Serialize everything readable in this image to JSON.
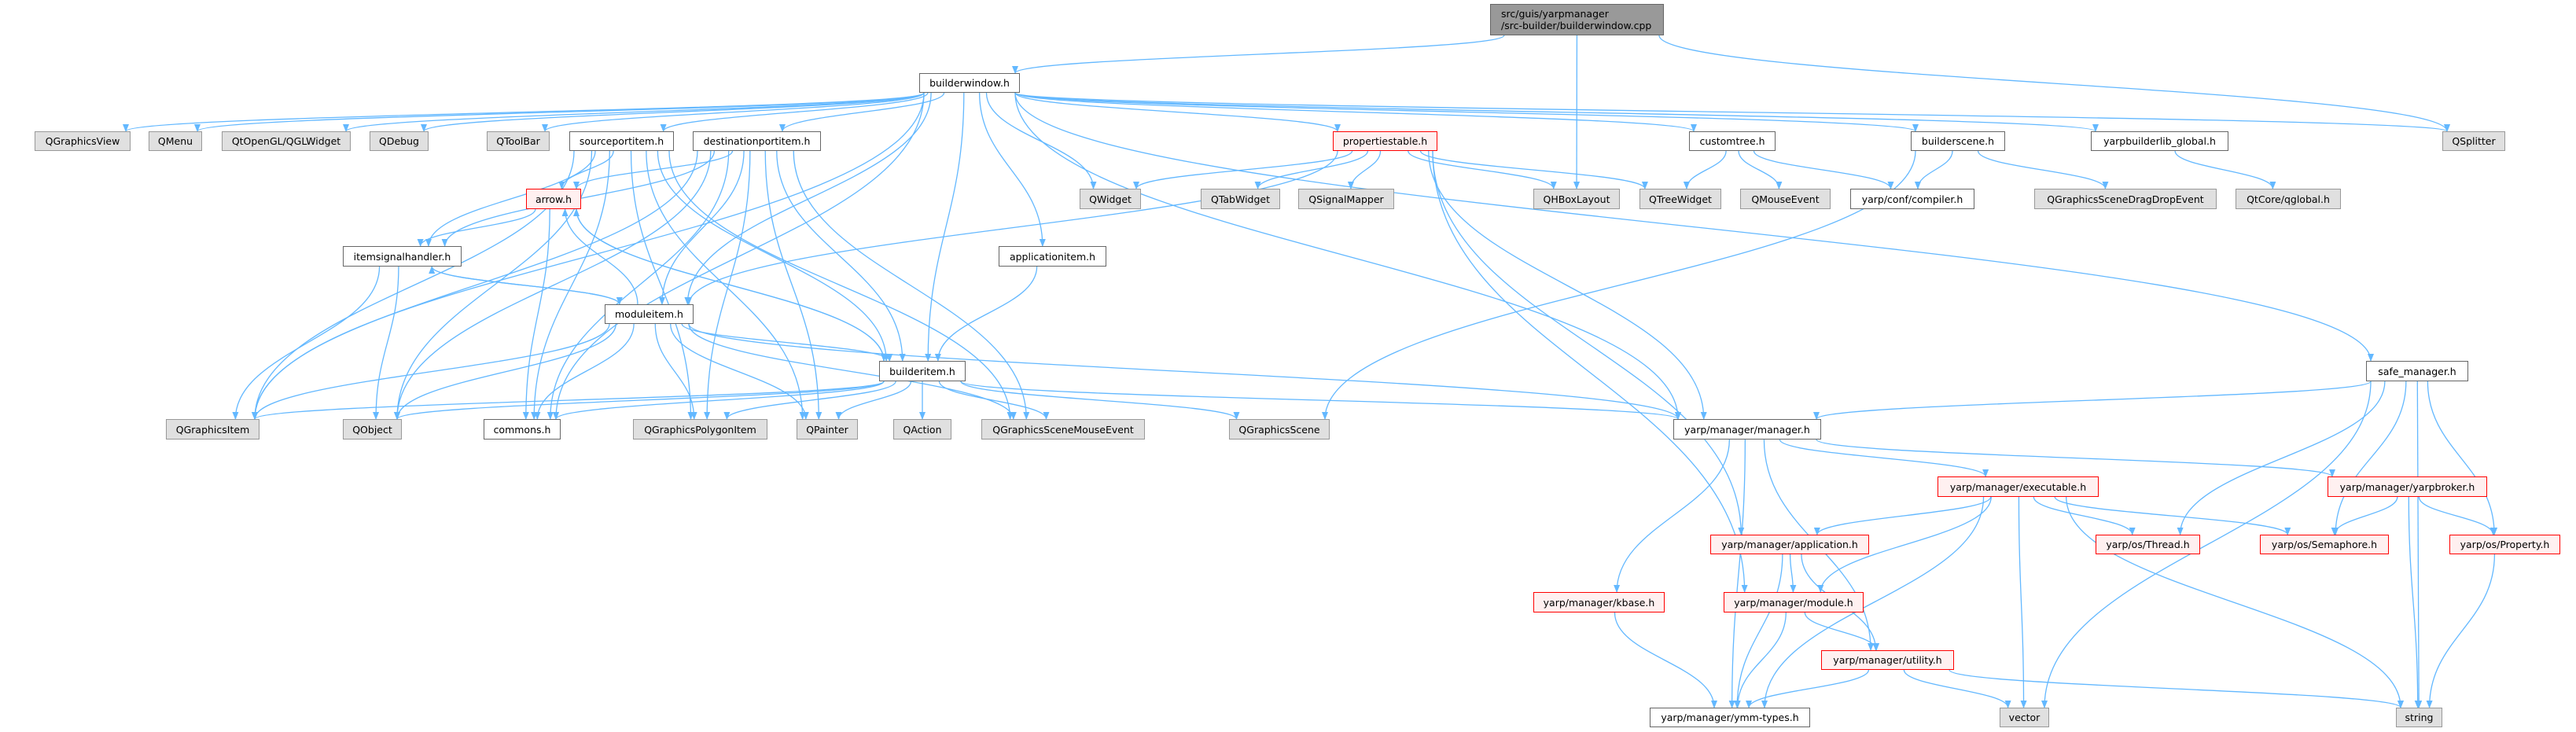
{
  "colors": {
    "edge": "#63b8ff",
    "main_fill": "#999999",
    "external_fill": "#e0e0e0",
    "truncated_fill": "#fff0f0",
    "truncated_border": "#ff0000"
  },
  "nodes": [
    {
      "id": "cpp",
      "label": "src/guis/yarpmanager\n/src-builder/builderwindow.cpp",
      "style": "main"
    },
    {
      "id": "builderwindow",
      "label": "builderwindow.h",
      "style": "white"
    },
    {
      "id": "QGraphicsView",
      "label": "QGraphicsView",
      "style": "gray"
    },
    {
      "id": "QMenu",
      "label": "QMenu",
      "style": "gray"
    },
    {
      "id": "QGLWidget",
      "label": "QtOpenGL/QGLWidget",
      "style": "gray"
    },
    {
      "id": "QDebug",
      "label": "QDebug",
      "style": "gray"
    },
    {
      "id": "QToolBar",
      "label": "QToolBar",
      "style": "gray"
    },
    {
      "id": "sourceportitem",
      "label": "sourceportitem.h",
      "style": "white"
    },
    {
      "id": "destinationportitem",
      "label": "destinationportitem.h",
      "style": "white"
    },
    {
      "id": "propertiestable",
      "label": "propertiestable.h",
      "style": "red"
    },
    {
      "id": "customtree",
      "label": "customtree.h",
      "style": "white"
    },
    {
      "id": "builderscene",
      "label": "builderscene.h",
      "style": "white"
    },
    {
      "id": "yarpbuilderlib_global",
      "label": "yarpbuilderlib_global.h",
      "style": "white"
    },
    {
      "id": "QSplitter",
      "label": "QSplitter",
      "style": "gray"
    },
    {
      "id": "arrow",
      "label": "arrow.h",
      "style": "red"
    },
    {
      "id": "QWidget",
      "label": "QWidget",
      "style": "gray"
    },
    {
      "id": "QTabWidget",
      "label": "QTabWidget",
      "style": "gray"
    },
    {
      "id": "QSignalMapper",
      "label": "QSignalMapper",
      "style": "gray"
    },
    {
      "id": "QHBoxLayout",
      "label": "QHBoxLayout",
      "style": "gray"
    },
    {
      "id": "QTreeWidget",
      "label": "QTreeWidget",
      "style": "gray"
    },
    {
      "id": "QMouseEvent",
      "label": "QMouseEvent",
      "style": "gray"
    },
    {
      "id": "compiler",
      "label": "yarp/conf/compiler.h",
      "style": "white"
    },
    {
      "id": "QGraphicsSceneDragDropEvent",
      "label": "QGraphicsSceneDragDropEvent",
      "style": "gray"
    },
    {
      "id": "qglobal",
      "label": "QtCore/qglobal.h",
      "style": "gray"
    },
    {
      "id": "itemsignalhandler",
      "label": "itemsignalhandler.h",
      "style": "white"
    },
    {
      "id": "applicationitem",
      "label": "applicationitem.h",
      "style": "white"
    },
    {
      "id": "moduleitem",
      "label": "moduleitem.h",
      "style": "white"
    },
    {
      "id": "builderitem",
      "label": "builderitem.h",
      "style": "white"
    },
    {
      "id": "safe_manager",
      "label": "safe_manager.h",
      "style": "white"
    },
    {
      "id": "QGraphicsItem",
      "label": "QGraphicsItem",
      "style": "gray"
    },
    {
      "id": "QObject",
      "label": "QObject",
      "style": "gray"
    },
    {
      "id": "commons",
      "label": "commons.h",
      "style": "white"
    },
    {
      "id": "QGraphicsPolygonItem",
      "label": "QGraphicsPolygonItem",
      "style": "gray"
    },
    {
      "id": "QPainter",
      "label": "QPainter",
      "style": "gray"
    },
    {
      "id": "QAction",
      "label": "QAction",
      "style": "gray"
    },
    {
      "id": "QGraphicsSceneMouseEvent",
      "label": "QGraphicsSceneMouseEvent",
      "style": "gray"
    },
    {
      "id": "QGraphicsScene",
      "label": "QGraphicsScene",
      "style": "gray"
    },
    {
      "id": "manager",
      "label": "yarp/manager/manager.h",
      "style": "white"
    },
    {
      "id": "executable",
      "label": "yarp/manager/executable.h",
      "style": "red"
    },
    {
      "id": "yarpbroker",
      "label": "yarp/manager/yarpbroker.h",
      "style": "red"
    },
    {
      "id": "application",
      "label": "yarp/manager/application.h",
      "style": "red"
    },
    {
      "id": "Thread",
      "label": "yarp/os/Thread.h",
      "style": "red"
    },
    {
      "id": "Semaphore",
      "label": "yarp/os/Semaphore.h",
      "style": "red"
    },
    {
      "id": "Property",
      "label": "yarp/os/Property.h",
      "style": "red"
    },
    {
      "id": "kbase",
      "label": "yarp/manager/kbase.h",
      "style": "red"
    },
    {
      "id": "module",
      "label": "yarp/manager/module.h",
      "style": "red"
    },
    {
      "id": "utility",
      "label": "yarp/manager/utility.h",
      "style": "red"
    },
    {
      "id": "ymmtypes",
      "label": "yarp/manager/ymm-types.h",
      "style": "white"
    },
    {
      "id": "vector",
      "label": "vector",
      "style": "gray"
    },
    {
      "id": "string",
      "label": "string",
      "style": "gray"
    }
  ],
  "edges": [
    [
      "cpp",
      "builderwindow"
    ],
    [
      "cpp",
      "QHBoxLayout"
    ],
    [
      "cpp",
      "QSplitter"
    ],
    [
      "builderwindow",
      "QGraphicsView"
    ],
    [
      "builderwindow",
      "QMenu"
    ],
    [
      "builderwindow",
      "QGLWidget"
    ],
    [
      "builderwindow",
      "QDebug"
    ],
    [
      "builderwindow",
      "QToolBar"
    ],
    [
      "builderwindow",
      "sourceportitem"
    ],
    [
      "builderwindow",
      "destinationportitem"
    ],
    [
      "builderwindow",
      "QGraphicsItem"
    ],
    [
      "builderwindow",
      "commons"
    ],
    [
      "builderwindow",
      "moduleitem"
    ],
    [
      "builderwindow",
      "builderitem"
    ],
    [
      "builderwindow",
      "applicationitem"
    ],
    [
      "builderwindow",
      "QWidget"
    ],
    [
      "builderwindow",
      "propertiestable"
    ],
    [
      "builderwindow",
      "customtree"
    ],
    [
      "builderwindow",
      "builderscene"
    ],
    [
      "builderwindow",
      "yarpbuilderlib_global"
    ],
    [
      "builderwindow",
      "QSplitter"
    ],
    [
      "builderwindow",
      "manager"
    ],
    [
      "builderwindow",
      "safe_manager"
    ],
    [
      "sourceportitem",
      "arrow"
    ],
    [
      "sourceportitem",
      "itemsignalhandler"
    ],
    [
      "sourceportitem",
      "QGraphicsItem"
    ],
    [
      "sourceportitem",
      "QObject"
    ],
    [
      "sourceportitem",
      "commons"
    ],
    [
      "sourceportitem",
      "builderitem"
    ],
    [
      "sourceportitem",
      "QGraphicsPolygonItem"
    ],
    [
      "sourceportitem",
      "QPainter"
    ],
    [
      "sourceportitem",
      "QGraphicsSceneMouseEvent"
    ],
    [
      "destinationportitem",
      "arrow"
    ],
    [
      "destinationportitem",
      "itemsignalhandler"
    ],
    [
      "destinationportitem",
      "QGraphicsItem"
    ],
    [
      "destinationportitem",
      "QObject"
    ],
    [
      "destinationportitem",
      "commons"
    ],
    [
      "destinationportitem",
      "builderitem"
    ],
    [
      "destinationportitem",
      "QGraphicsPolygonItem"
    ],
    [
      "destinationportitem",
      "QPainter"
    ],
    [
      "destinationportitem",
      "QGraphicsSceneMouseEvent"
    ],
    [
      "destinationportitem",
      "moduleitem"
    ],
    [
      "arrow",
      "itemsignalhandler"
    ],
    [
      "arrow",
      "commons"
    ],
    [
      "arrow",
      "builderitem"
    ],
    [
      "itemsignalhandler",
      "moduleitem"
    ],
    [
      "itemsignalhandler",
      "QObject"
    ],
    [
      "itemsignalhandler",
      "QGraphicsItem"
    ],
    [
      "moduleitem",
      "itemsignalhandler"
    ],
    [
      "moduleitem",
      "arrow"
    ],
    [
      "moduleitem",
      "builderitem"
    ],
    [
      "moduleitem",
      "QGraphicsItem"
    ],
    [
      "moduleitem",
      "QObject"
    ],
    [
      "moduleitem",
      "commons"
    ],
    [
      "moduleitem",
      "QGraphicsPolygonItem"
    ],
    [
      "moduleitem",
      "QPainter"
    ],
    [
      "moduleitem",
      "QGraphicsSceneMouseEvent"
    ],
    [
      "moduleitem",
      "manager"
    ],
    [
      "propertiestable",
      "QWidget"
    ],
    [
      "propertiestable",
      "QTabWidget"
    ],
    [
      "propertiestable",
      "QSignalMapper"
    ],
    [
      "propertiestable",
      "QHBoxLayout"
    ],
    [
      "propertiestable",
      "QTreeWidget"
    ],
    [
      "propertiestable",
      "moduleitem"
    ],
    [
      "propertiestable",
      "manager"
    ],
    [
      "propertiestable",
      "application"
    ],
    [
      "propertiestable",
      "module"
    ],
    [
      "applicationitem",
      "builderitem"
    ],
    [
      "builderitem",
      "QGraphicsItem"
    ],
    [
      "builderitem",
      "QObject"
    ],
    [
      "builderitem",
      "commons"
    ],
    [
      "builderitem",
      "QGraphicsPolygonItem"
    ],
    [
      "builderitem",
      "QPainter"
    ],
    [
      "builderitem",
      "QAction"
    ],
    [
      "builderitem",
      "QGraphicsSceneMouseEvent"
    ],
    [
      "builderitem",
      "QGraphicsScene"
    ],
    [
      "builderitem",
      "manager"
    ],
    [
      "builderitem",
      "arrow"
    ],
    [
      "customtree",
      "QTreeWidget"
    ],
    [
      "customtree",
      "QMouseEvent"
    ],
    [
      "customtree",
      "compiler"
    ],
    [
      "builderscene",
      "compiler"
    ],
    [
      "builderscene",
      "QGraphicsSceneDragDropEvent"
    ],
    [
      "builderscene",
      "QGraphicsScene"
    ],
    [
      "yarpbuilderlib_global",
      "qglobal"
    ],
    [
      "safe_manager",
      "manager"
    ],
    [
      "safe_manager",
      "Thread"
    ],
    [
      "safe_manager",
      "vector"
    ],
    [
      "safe_manager",
      "Semaphore"
    ],
    [
      "safe_manager",
      "Property"
    ],
    [
      "safe_manager",
      "string"
    ],
    [
      "manager",
      "ymmtypes"
    ],
    [
      "manager",
      "kbase"
    ],
    [
      "manager",
      "utility"
    ],
    [
      "manager",
      "executable"
    ],
    [
      "manager",
      "yarpbroker"
    ],
    [
      "executable",
      "application"
    ],
    [
      "executable",
      "module"
    ],
    [
      "executable",
      "ymmtypes"
    ],
    [
      "executable",
      "vector"
    ],
    [
      "executable",
      "Thread"
    ],
    [
      "executable",
      "Semaphore"
    ],
    [
      "executable",
      "string"
    ],
    [
      "yarpbroker",
      "Semaphore"
    ],
    [
      "yarpbroker",
      "string"
    ],
    [
      "yarpbroker",
      "Property"
    ],
    [
      "application",
      "module"
    ],
    [
      "application",
      "utility"
    ],
    [
      "application",
      "ymmtypes"
    ],
    [
      "module",
      "utility"
    ],
    [
      "module",
      "ymmtypes"
    ],
    [
      "kbase",
      "ymmtypes"
    ],
    [
      "utility",
      "ymmtypes"
    ],
    [
      "utility",
      "vector"
    ],
    [
      "utility",
      "string"
    ],
    [
      "Property",
      "string"
    ]
  ]
}
